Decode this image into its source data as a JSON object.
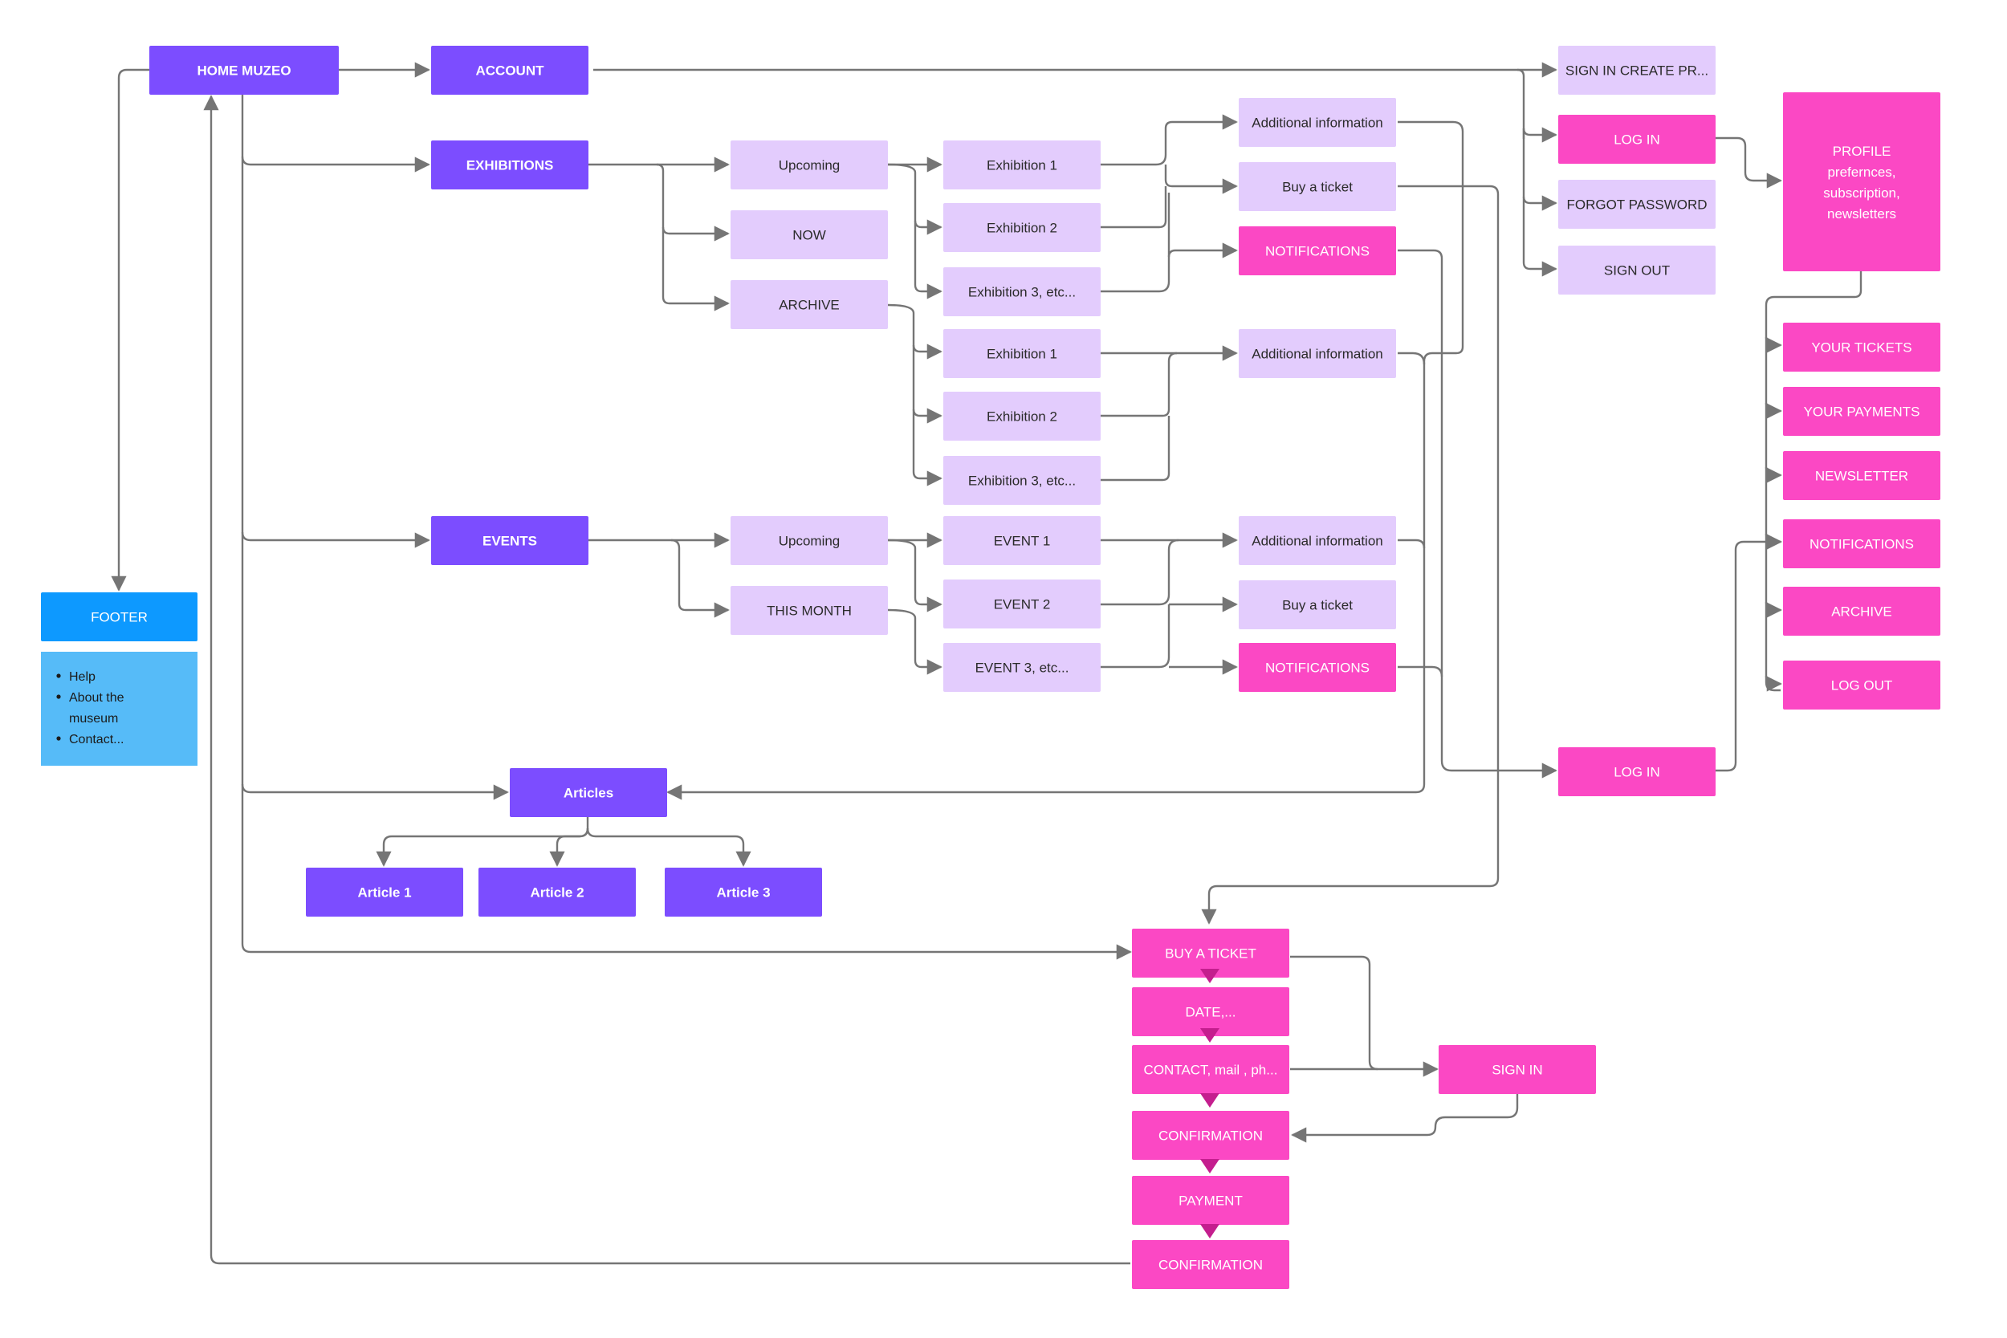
{
  "colors": {
    "primary": "#7c4dff",
    "light": "#e3ccfd",
    "pink": "#fb48c4",
    "blue": "#0d99ff",
    "lightblue": "#56bbf8",
    "line": "#757575",
    "text_dark": "#2b2b2b",
    "marker": "#c41e8e"
  },
  "nodes": {
    "home": "HOME MUZEO",
    "account": "ACCOUNT",
    "exhibitions": "EXHIBITIONS",
    "events": "EVENTS",
    "articles": "Articles",
    "article1": "Article 1",
    "article2": "Article  2",
    "article3": "Article 3",
    "footer": "FOOTER",
    "ex_upcoming": "Upcoming",
    "ex_now": "NOW",
    "ex_archive": "ARCHIVE",
    "exA1": "Exhibition 1",
    "exA2": "Exhibition 2",
    "exA3": "Exhibition 3, etc...",
    "exB1": "Exhibition 1",
    "exB2": "Exhibition 2",
    "exB3": "Exhibition 3, etc...",
    "addinfo1": "Additional information",
    "buy1": "Buy a ticket",
    "notif1": "NOTIFICATIONS",
    "addinfo2": "Additional information",
    "ev_upcoming": "Upcoming",
    "ev_month": "THIS MONTH",
    "event1": "EVENT 1",
    "event2": "EVENT 2",
    "event3": "EVENT 3, etc...",
    "addinfo3": "Additional information",
    "buy3": "Buy a ticket",
    "notif3": "NOTIFICATIONS",
    "signin_create": "SIGN IN CREATE PR...",
    "login_top": "LOG IN",
    "forgot": "FORGOT PASSWORD",
    "signout": "SIGN OUT",
    "profile_1": "PROFILE",
    "profile_2": "prefernces,",
    "profile_3": "subscription,",
    "profile_4": "newsletters",
    "your_tickets": "YOUR TICKETS",
    "your_payments": "YOUR PAYMENTS",
    "newsletter": "NEWSLETTER",
    "notif_profile": "NOTIFICATIONS",
    "archive_profile": "ARCHIVE",
    "logout": "LOG OUT",
    "login_mid": "LOG IN",
    "buy_ticket": "BUY A TICKET",
    "date": "DATE,...",
    "contact": "CONTACT, mail , ph...",
    "confirmation1": "CONFIRMATION",
    "payment": "PAYMENT",
    "confirmation2": "CONFIRMATION",
    "signin": "SIGN IN"
  },
  "footer_items": [
    "Help",
    "About the",
    "museum",
    "Contact..."
  ]
}
